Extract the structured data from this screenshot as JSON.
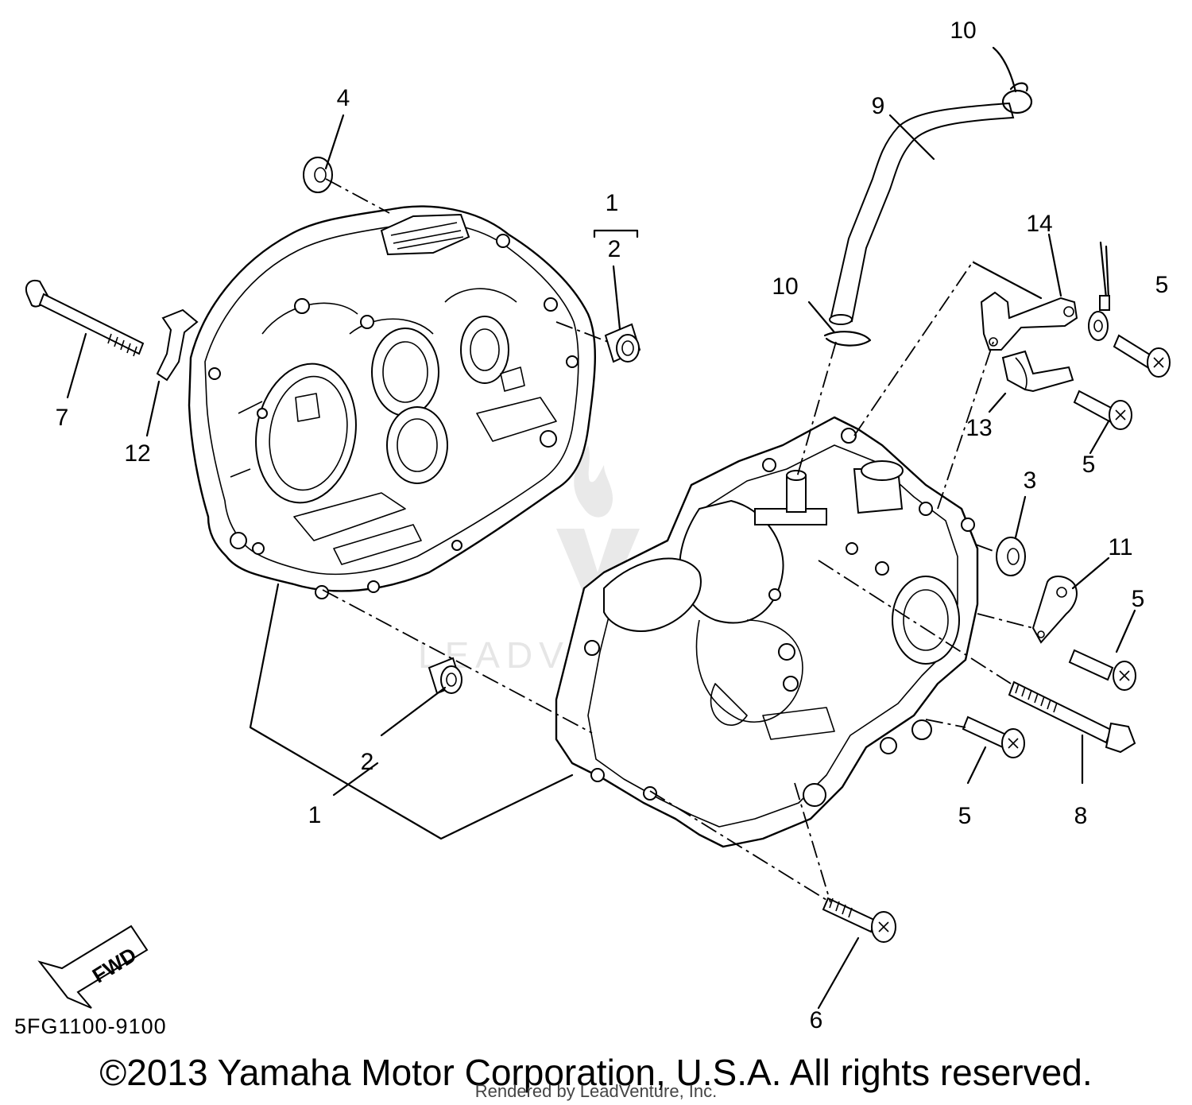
{
  "diagram": {
    "callouts": [
      {
        "id": "c4",
        "text": "4"
      },
      {
        "id": "c1a",
        "text": "1"
      },
      {
        "id": "c2a",
        "text": "2"
      },
      {
        "id": "c7",
        "text": "7"
      },
      {
        "id": "c12",
        "text": "12"
      },
      {
        "id": "c2b",
        "text": "2"
      },
      {
        "id": "c1b",
        "text": "1"
      },
      {
        "id": "c10a",
        "text": "10"
      },
      {
        "id": "c9",
        "text": "9"
      },
      {
        "id": "c10b",
        "text": "10"
      },
      {
        "id": "c14",
        "text": "14"
      },
      {
        "id": "c5a",
        "text": "5"
      },
      {
        "id": "c13",
        "text": "13"
      },
      {
        "id": "c5b",
        "text": "5"
      },
      {
        "id": "c3",
        "text": "3"
      },
      {
        "id": "c11",
        "text": "11"
      },
      {
        "id": "c5c",
        "text": "5"
      },
      {
        "id": "c5d",
        "text": "5"
      },
      {
        "id": "c8",
        "text": "8"
      },
      {
        "id": "c6",
        "text": "6"
      }
    ],
    "fwd_label": "FWD",
    "watermark": "LEADVENTURE",
    "diagram_code": "5FG1100-9100"
  },
  "footer": {
    "copyright": "©2013 Yamaha Motor Corporation, U.S.A. All rights reserved.",
    "rendered_by": "Rendered by LeadVenture, Inc."
  }
}
